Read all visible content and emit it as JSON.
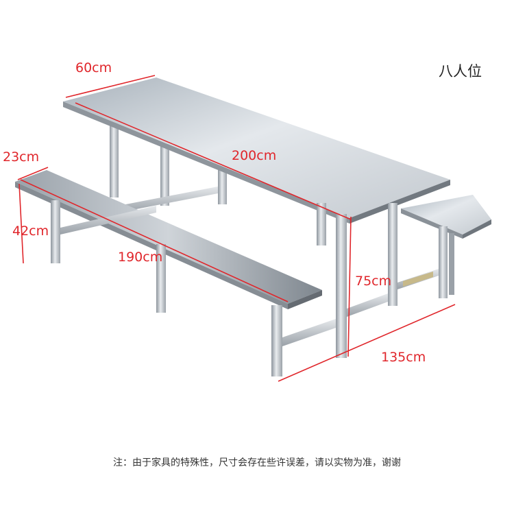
{
  "seat_label": "八人位",
  "dimensions": {
    "table_depth": "60cm",
    "table_length": "200cm",
    "bench_depth": "23cm",
    "bench_height": "42cm",
    "bench_length": "190cm",
    "table_height": "75cm",
    "overall_width": "135cm"
  },
  "note": "注：由于家具的特殊性，尺寸会存在些许误差，请以实物为准，谢谢",
  "colors": {
    "dimension": "#e0262b",
    "steel_light": "#d9dde2",
    "steel_dark": "#8f969e"
  }
}
